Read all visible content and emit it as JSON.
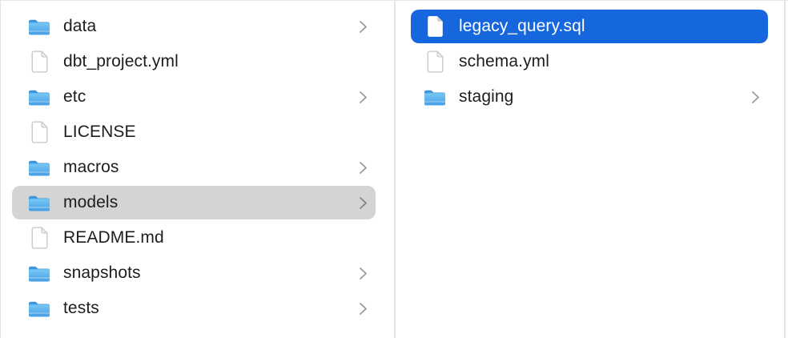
{
  "colors": {
    "selection_blue": "#1667dd",
    "selection_gray": "#d4d4d4",
    "text": "#1d1d1f",
    "text_selected": "#ffffff",
    "folder_blue_top": "#78c8f4",
    "folder_blue_bottom": "#459fe6",
    "folder_tab_blue": "#4195dd",
    "chevron_gray": "#9b9b9b",
    "divider_gray": "#e4e4e4"
  },
  "icons": {
    "folder": "folder-icon",
    "file": "file-icon",
    "chevron": "chevron-right-icon"
  },
  "columns": [
    {
      "items": [
        {
          "label": "data",
          "type": "folder",
          "has_chevron": true,
          "selected": "none"
        },
        {
          "label": "dbt_project.yml",
          "type": "file",
          "has_chevron": false,
          "selected": "none"
        },
        {
          "label": "etc",
          "type": "folder",
          "has_chevron": true,
          "selected": "none"
        },
        {
          "label": "LICENSE",
          "type": "file",
          "has_chevron": false,
          "selected": "none"
        },
        {
          "label": "macros",
          "type": "folder",
          "has_chevron": true,
          "selected": "none"
        },
        {
          "label": "models",
          "type": "folder",
          "has_chevron": true,
          "selected": "inactive-gray"
        },
        {
          "label": "README.md",
          "type": "file",
          "has_chevron": false,
          "selected": "none"
        },
        {
          "label": "snapshots",
          "type": "folder",
          "has_chevron": true,
          "selected": "none"
        },
        {
          "label": "tests",
          "type": "folder",
          "has_chevron": true,
          "selected": "none"
        }
      ]
    },
    {
      "items": [
        {
          "label": "legacy_query.sql",
          "type": "file",
          "has_chevron": false,
          "selected": "active-blue"
        },
        {
          "label": "schema.yml",
          "type": "file",
          "has_chevron": false,
          "selected": "none"
        },
        {
          "label": "staging",
          "type": "folder",
          "has_chevron": true,
          "selected": "none"
        }
      ]
    }
  ]
}
